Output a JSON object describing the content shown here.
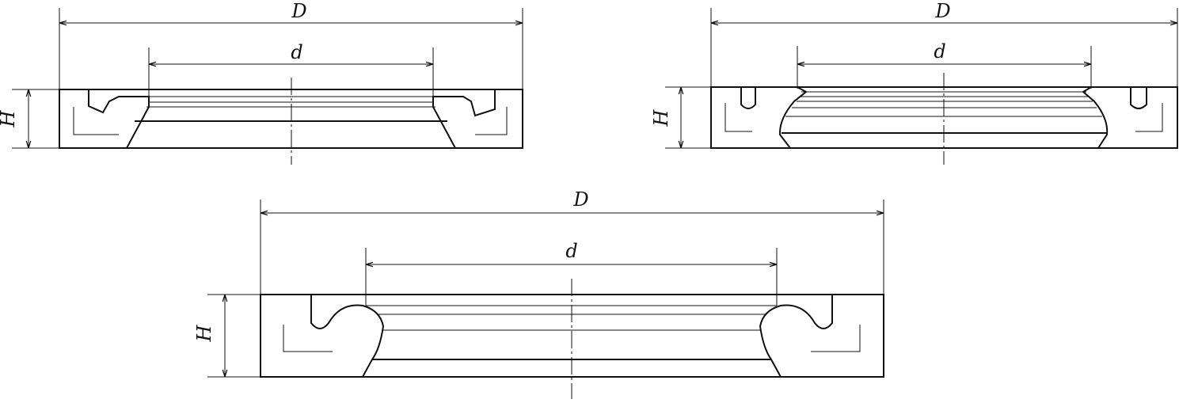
{
  "labels": {
    "outer_diameter": "D",
    "inner_diameter": "d",
    "height": "H"
  },
  "colors": {
    "line": "#111111",
    "background": "#ffffff"
  }
}
